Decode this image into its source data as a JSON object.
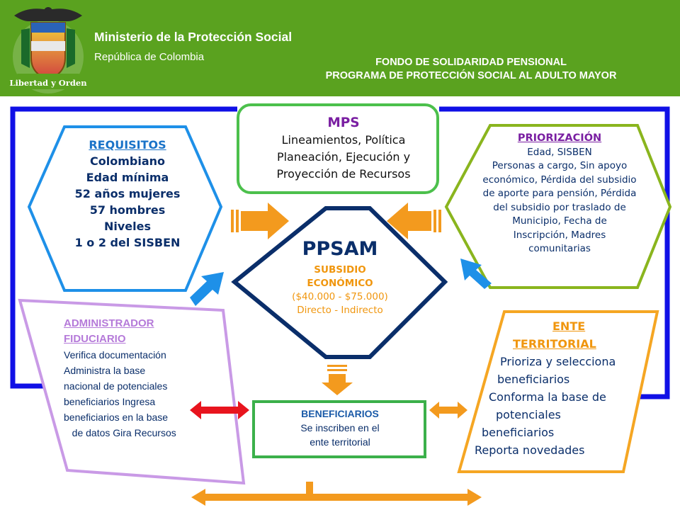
{
  "header": {
    "ministry_name": "Ministerio de la Protección Social",
    "ministry_country": "República de Colombia",
    "shield_motto": "Libertad y Orden",
    "fund_title_line1": "FONDO DE SOLIDARIDAD PENSIONAL",
    "fund_title_line2": "PROGRAMA DE PROTECCIÓN SOCIAL AL ADULTO MAYOR"
  },
  "mps": {
    "title": "MPS",
    "lines": [
      "Lineamientos, Política",
      "Planeación, Ejecución y",
      "Proyección de Recursos"
    ]
  },
  "requisitos": {
    "title": "REQUISITOS",
    "lines": [
      "Colombiano",
      "Edad mínima",
      "52 años mujeres",
      "57 hombres",
      "Niveles",
      "1 o 2 del SISBEN"
    ]
  },
  "priorizacion": {
    "title": "PRIORIZACIÓN",
    "lines": [
      "Edad, SISBEN",
      "Personas a cargo, Sin apoyo",
      "económico, Pérdida del subsidio",
      "de aporte para pensión, Pérdida",
      "del  subsidio por traslado de",
      "Municipio, Fecha de",
      "Inscripción, Madres",
      "comunitarias"
    ]
  },
  "ppsam": {
    "title": "PPSAM",
    "subtitle_line1": "SUBSIDIO",
    "subtitle_line2": "ECONÓMICO",
    "amount": "($40.000 - $75.000)",
    "mode": "Directo - Indirecto"
  },
  "administrador": {
    "title_line1": "ADMINISTRADOR",
    "title_line2": "FIDUCIARIO",
    "lines": [
      "Verifica documentación",
      "Administra la base",
      "nacional  de potenciales",
      "beneficiarios Ingresa",
      "beneficiarios en la base",
      "   de datos Gira Recursos"
    ]
  },
  "beneficiarios": {
    "title": "BENEFICIARIOS",
    "lines": [
      "Se inscriben en el",
      "ente territorial"
    ]
  },
  "ente": {
    "title_line1": "ENTE",
    "title_line2": "TERRITORIAL",
    "lines": [
      "Prioriza y selecciona",
      "beneficiarios",
      "Conforma la base de",
      "potenciales",
      "beneficiarios",
      "Reporta novedades"
    ]
  },
  "colors": {
    "header_green": "#5aa21f",
    "loop_blue": "#1010e6",
    "mps_green": "#4cc04c",
    "requisitos_blue": "#1e90e8",
    "priorizacion_green": "#8ab51e",
    "ppsam_navy": "#0a2e6a",
    "administrador_purple": "#c99ae6",
    "beneficiarios_green": "#3bb04a",
    "ente_orange": "#f5a623",
    "arrow_orange": "#f39a1e",
    "arrow_blue": "#1e90e8",
    "arrow_red": "#e8141e"
  }
}
